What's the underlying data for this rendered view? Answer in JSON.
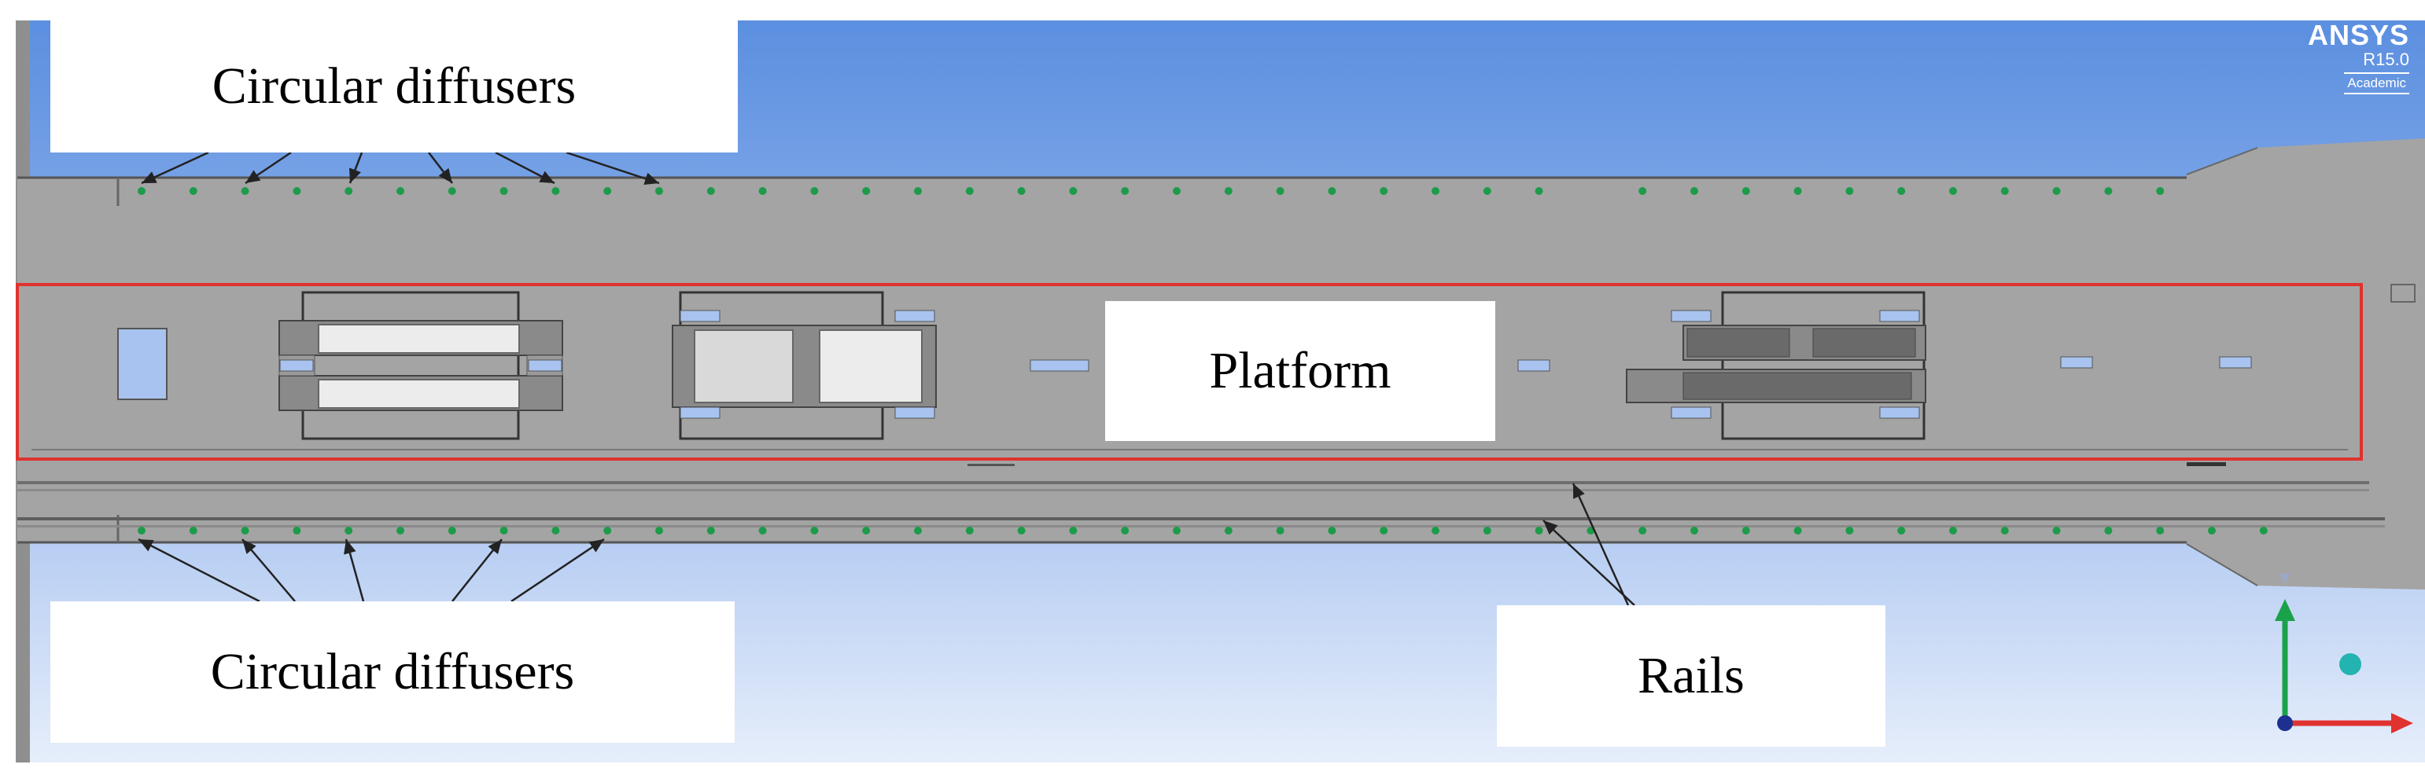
{
  "labels": {
    "diffusers_top": "Circular diffusers",
    "diffusers_bottom": "Circular diffusers",
    "platform": "Platform",
    "rails": "Rails"
  },
  "brand": {
    "name": "ANSYS",
    "version": "R15.0",
    "edition": "Academic"
  },
  "colors": {
    "sky_top": "#5b8fe0",
    "sky_bottom": "#dde7f8",
    "tunnel": "#a3a3a3",
    "platform_outline": "#e0322e",
    "diffuser": "#1d9b4a",
    "axis_y": "#1aa24a",
    "axis_x": "#e0322e",
    "axis_dot": "#23b3b0"
  },
  "icons": [
    "coordinate-axes-icon",
    "ansys-logo"
  ]
}
